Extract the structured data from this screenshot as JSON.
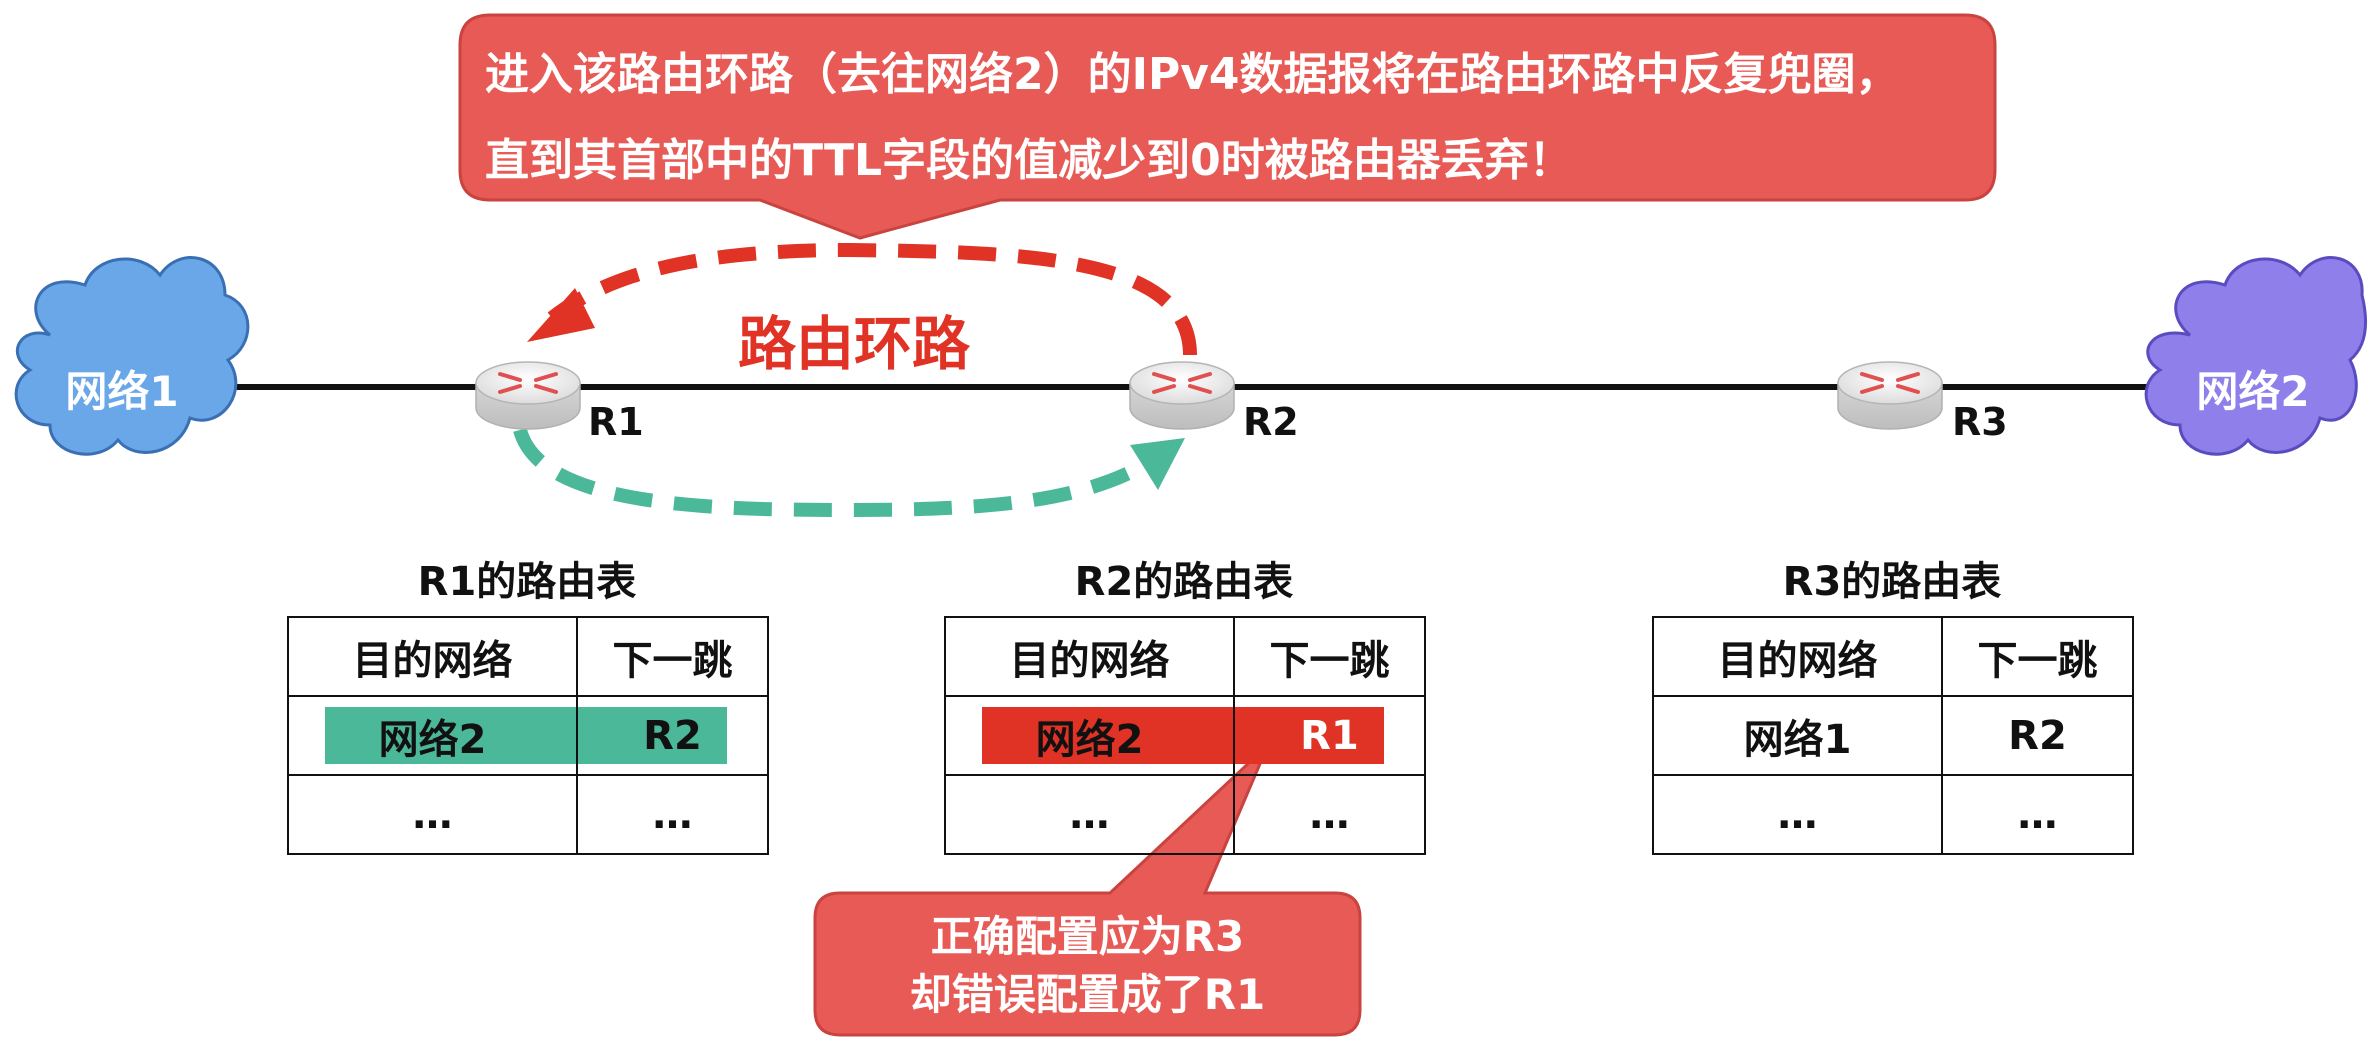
{
  "top_callout": {
    "line1": "进入该路由环路（去往网络2）的IPv4数据报将在路由环路中反复兜圈，",
    "line2": "直到其首部中的TTL字段的值减少到0时被路由器丢弃！"
  },
  "networks": {
    "left": "网络1",
    "right": "网络2"
  },
  "routers": {
    "r1": "R1",
    "r2": "R2",
    "r3": "R3"
  },
  "loop_label": "路由环路",
  "tables": {
    "r1": {
      "title": "R1的路由表",
      "header": [
        "目的网络",
        "下一跳"
      ],
      "rows": [
        [
          "网络2",
          "R2"
        ],
        [
          "…",
          "…"
        ]
      ]
    },
    "r2": {
      "title": "R2的路由表",
      "header": [
        "目的网络",
        "下一跳"
      ],
      "rows": [
        [
          "网络2",
          "R1"
        ],
        [
          "…",
          "…"
        ]
      ]
    },
    "r3": {
      "title": "R3的路由表",
      "header": [
        "目的网络",
        "下一跳"
      ],
      "rows": [
        [
          "网络1",
          "R2"
        ],
        [
          "…",
          "…"
        ]
      ]
    }
  },
  "bottom_callout": {
    "line1": "正确配置应为R3",
    "line2": "却错误配置成了R1"
  },
  "colors": {
    "callout_red": "#e85a55",
    "loop_red": "#e03325",
    "loop_green": "#4cb89a",
    "network1_blue": "#6aa7e8",
    "network2_purple": "#8e7fea"
  }
}
